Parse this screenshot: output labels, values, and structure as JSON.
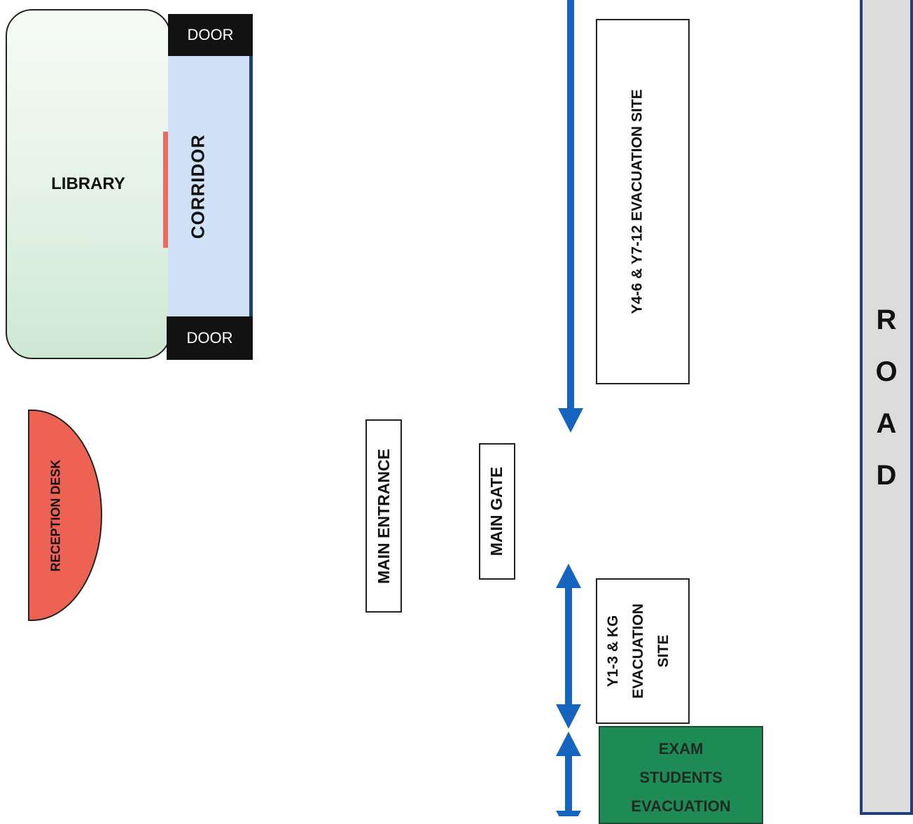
{
  "library": {
    "label": "LIBRARY"
  },
  "corridor": {
    "label": "CORRIDOR"
  },
  "doors": {
    "top": "DOOR",
    "bottom": "DOOR"
  },
  "reception": {
    "label": "RECEPTION DESK"
  },
  "main_entrance": {
    "label": "MAIN ENTRANCE"
  },
  "main_gate": {
    "label": "MAIN GATE"
  },
  "sites": {
    "y4_y7": "Y4-6 & Y7-12 EVACUATION SITE",
    "y1_kg": [
      "Y1-3 & KG",
      "EVACUATION",
      "SITE"
    ],
    "exam": [
      "EXAM",
      "STUDENTS",
      "EVACUATION"
    ]
  },
  "road": {
    "letters": [
      "R",
      "O",
      "A",
      "D"
    ]
  },
  "colors": {
    "arrow": "#1565c0",
    "library_exit": "#ec6a5e",
    "reception": "#ee6253",
    "exam_site": "#1e8a55",
    "road_border": "#1f3f7d",
    "corridor": "#cfe2f7"
  }
}
